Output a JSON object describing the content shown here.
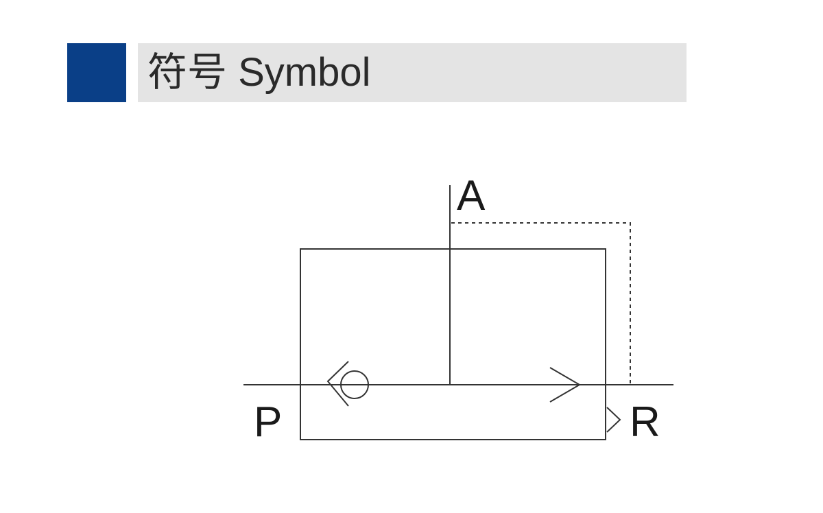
{
  "header": {
    "title": "符号 Symbol",
    "accent_color": "#0a3f87",
    "bar_color": "#e4e4e4"
  },
  "diagram": {
    "ports": {
      "a": "A",
      "p": "P",
      "r": "R"
    },
    "line_color": "#333333"
  }
}
